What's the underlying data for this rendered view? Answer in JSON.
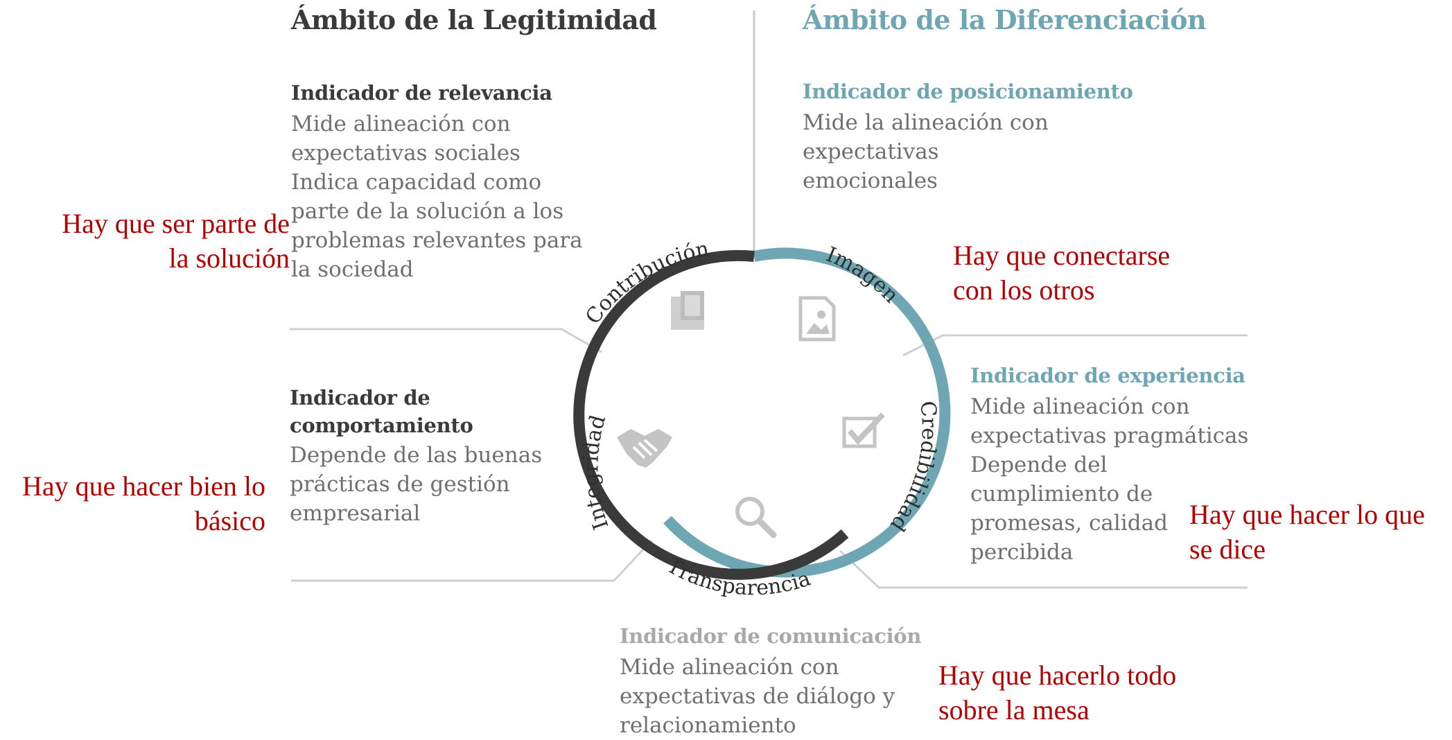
{
  "headings": {
    "legitimidad": "Ámbito de la Legitimidad",
    "diferenciacion": "Ámbito de la Diferenciación"
  },
  "indicators": {
    "relevancia": {
      "title": "Indicador de relevancia",
      "lines": [
        "Mide alineación con",
        "expectativas sociales",
        "Indica capacidad como",
        "parte de la solución a los",
        "problemas relevantes para",
        "la sociedad"
      ]
    },
    "posicionamiento": {
      "title": "Indicador de posicionamiento",
      "lines": [
        "Mide la alineación con",
        "expectativas",
        "emocionales"
      ]
    },
    "comportamiento": {
      "title_lines": [
        "Indicador de",
        "comportamiento"
      ],
      "lines": [
        "Depende de las buenas",
        "prácticas de gestión",
        "empresarial"
      ]
    },
    "experiencia": {
      "title": "Indicador de experiencia",
      "lines": [
        "Mide alineación con",
        "expectativas pragmáticas",
        "Depende del",
        "cumplimiento de",
        "promesas, calidad",
        "percibida"
      ]
    },
    "comunicacion": {
      "title": "Indicador de comunicación",
      "lines": [
        "Mide alineación con",
        "expectativas de diálogo y",
        "relacionamiento"
      ]
    }
  },
  "notes": {
    "solucion": [
      "Hay que ser parte de",
      "la solución"
    ],
    "conectarse": [
      "Hay que conectarse",
      "con los otros"
    ],
    "basico": [
      "Hay que hacer bien lo",
      "básico"
    ],
    "dice": [
      "Hay que hacer lo que",
      "se dice"
    ],
    "mesa": [
      "Hay que hacerlo todo",
      "sobre la mesa"
    ]
  },
  "ring": {
    "contribucion": "Contribución",
    "imagen": "Imagen",
    "credibilidad": "Credibilidad",
    "transparencia": "Transparencia",
    "integridad": "Integridad"
  },
  "icons": [
    "document-icon",
    "image-icon",
    "checkbox-icon",
    "magnifier-icon",
    "handshake-icon"
  ],
  "colors": {
    "dark": "#3a3a3a",
    "teal": "#6ea6b3",
    "note_red": "#b30000",
    "body_grey": "#6f6f6f"
  }
}
